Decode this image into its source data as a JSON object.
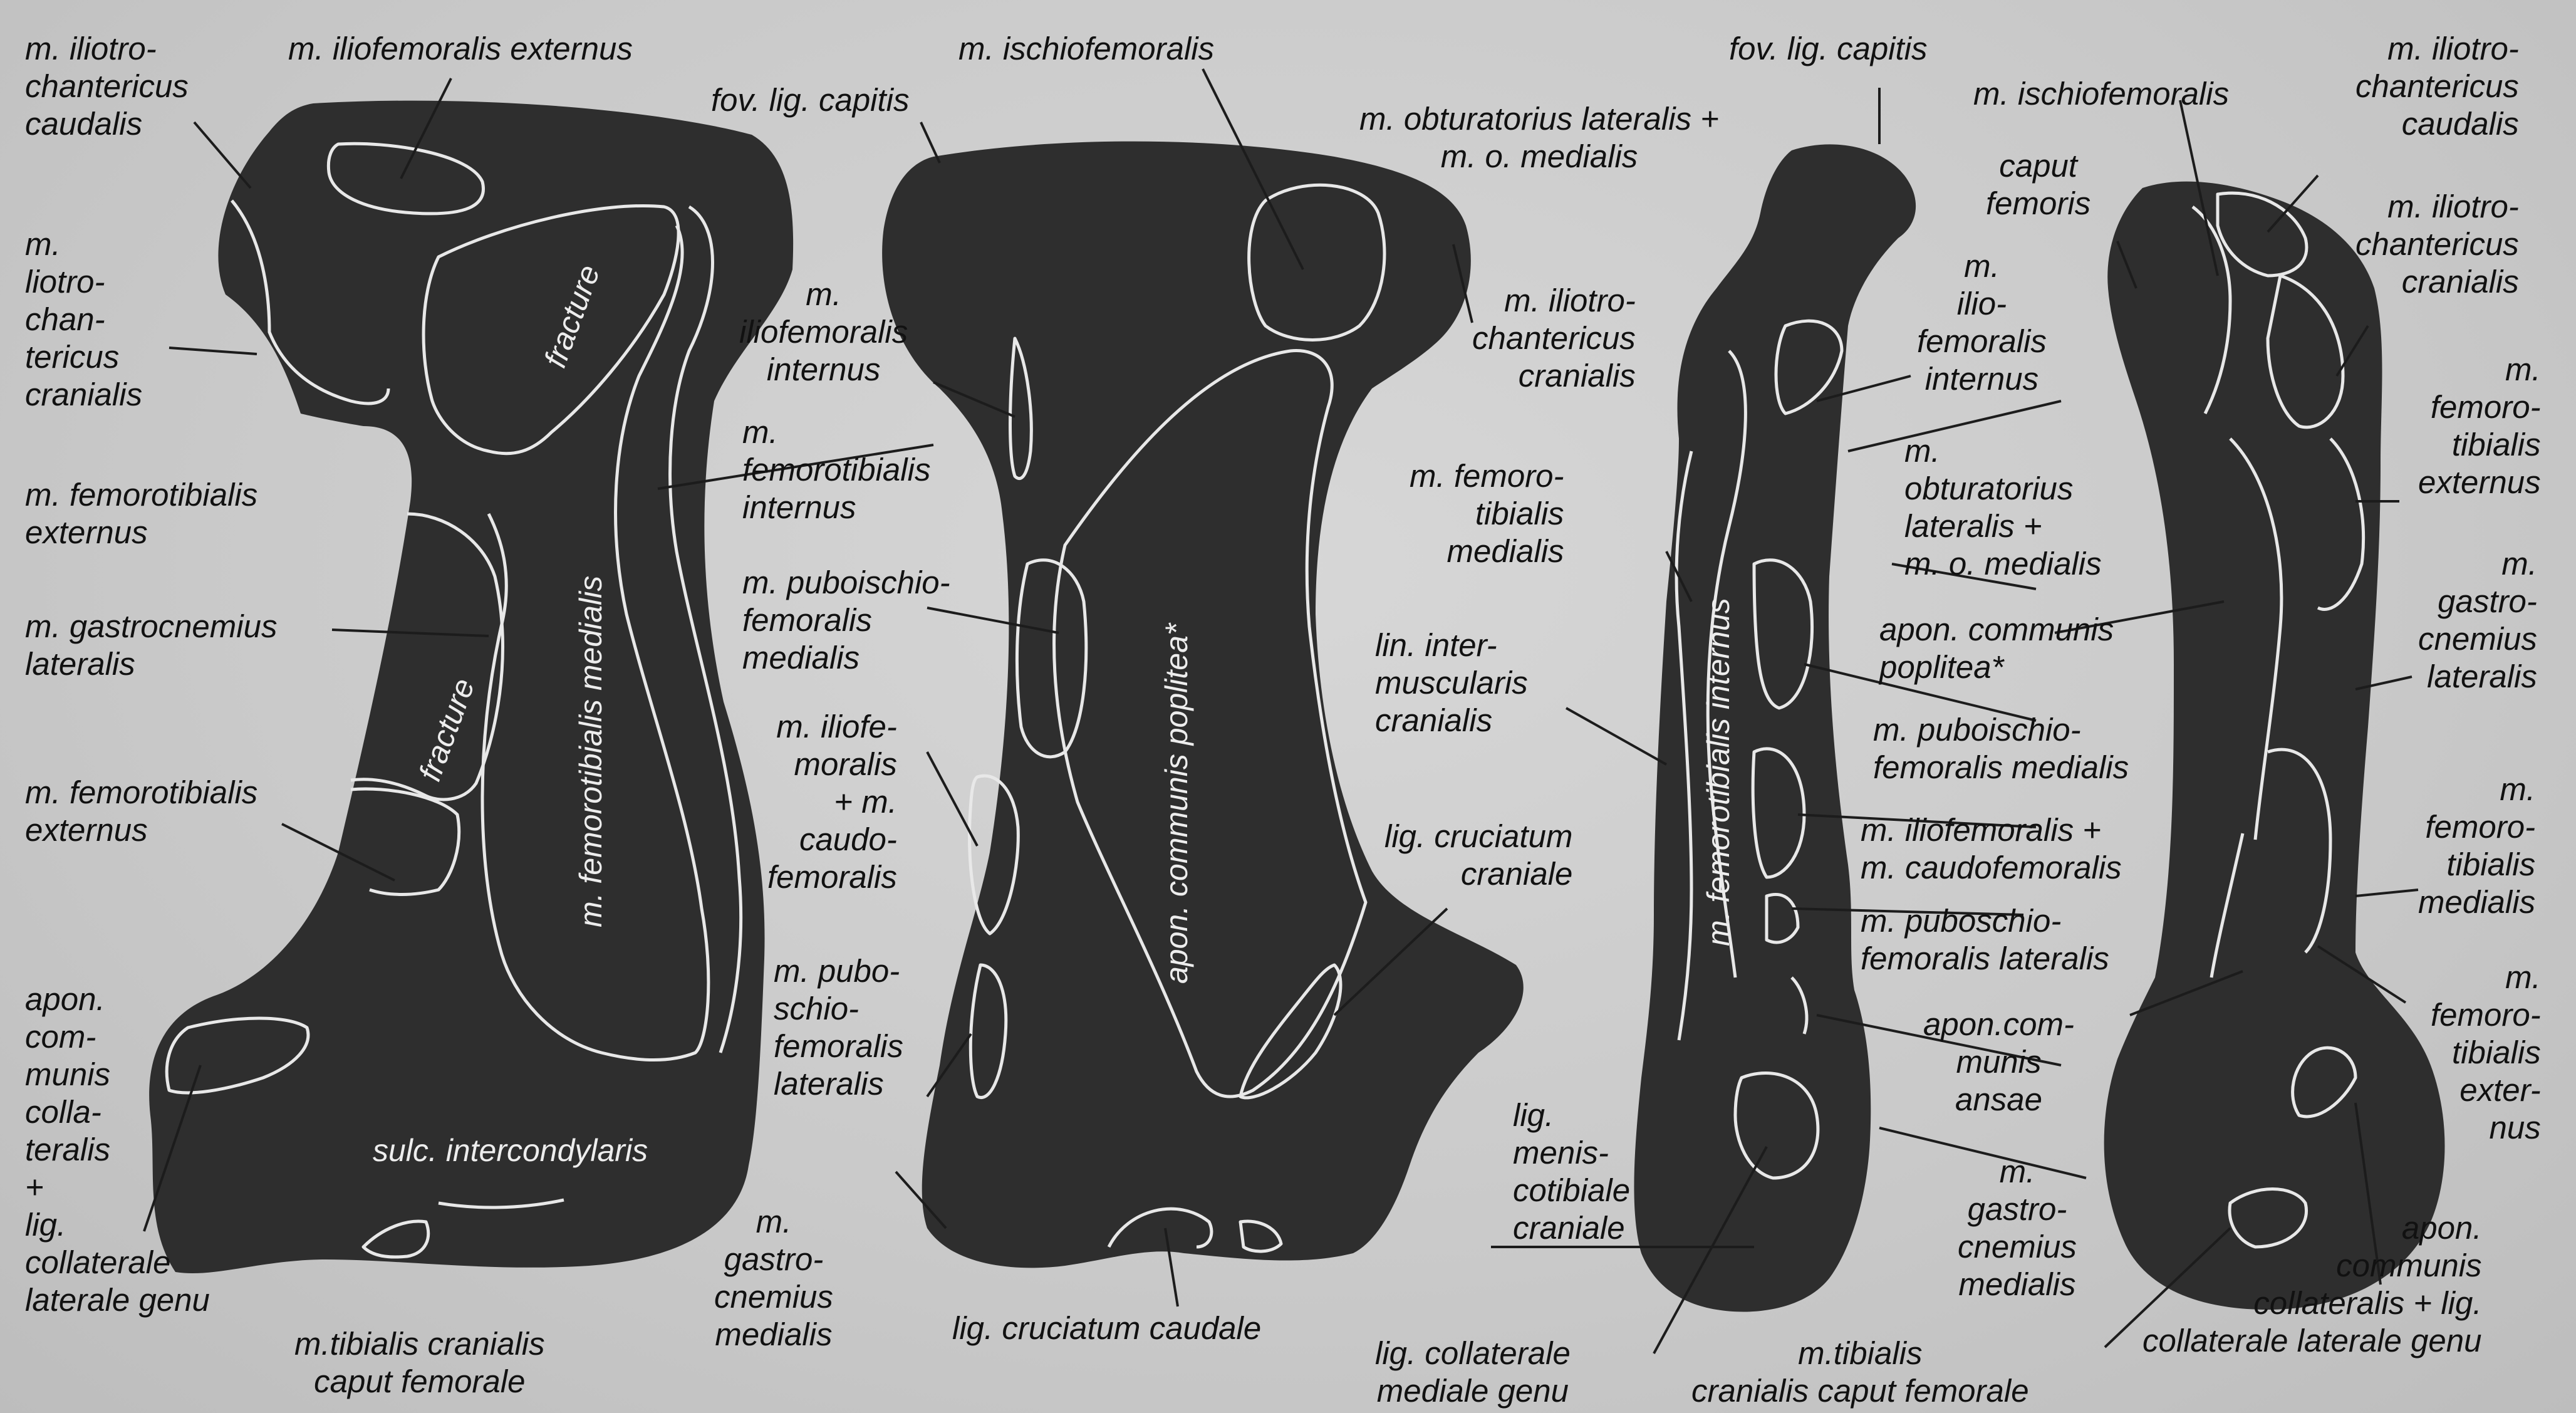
{
  "figure": {
    "view1": {
      "labels": {
        "iliotrochantericus_caudalis": "m. iliotro-\nchantericus\ncaudalis",
        "iliofemoralis_externus": "m. iliofemoralis externus",
        "iliotrochantericus_cranialis": "m.\nliotro-\nchan-\ntericus\ncranialis",
        "femorotibialis_externus_top": "m. femorotibialis\nexternus",
        "gastrocnemius_lateralis": "m. gastrocnemius\nlateralis",
        "femorotibialis_externus_bottom": "m. femorotibialis\nexternus",
        "apon_communis_collateralis": "apon.\ncom-\nmunis\ncolla-\nteralis\n+\nlig.\ncollaterale\nlaterale genu",
        "tibialis_cranialis": "m.tibialis cranialis\ncaput femorale"
      },
      "inside": {
        "fracture_top": "fracture",
        "fracture_bottom": "fracture",
        "femorotibialis_medialis": "m. femorotibialis medialis",
        "sulc_intercondylaris": "sulc. intercondylaris"
      }
    },
    "view2": {
      "labels": {
        "ischiofemoralis": "m. ischiofemoralis",
        "fov_lig_capitis": "fov. lig. capitis",
        "iliofemoralis_internus": "m.\niliofemoralis\ninternus",
        "femorotibialis_internus": "m.\nfemorotibialis\ninternus",
        "puboischiofemoralis_medialis": "m. puboischio-\nfemoralis\nmedialis",
        "iliofemoralis_caudofemoralis": "m. iliofe-\nmoralis\n+ m.\ncaudo-\nfemoralis",
        "puboischiofemoralis_lateralis": "m. pubo-\nschio-\nfemoralis\nlateralis",
        "gastrocnemius_medialis": "m.\ngastro-\ncnemius\nmedialis",
        "lig_cruciatum_caudale": "lig. cruciatum caudale",
        "obturatorius": "m. obturatorius lateralis +\nm. o. medialis",
        "lig_cruciatum_craniale": "lig. cruciatum\ncraniale"
      },
      "inside": {
        "apon_poplitea": "apon. communis poplitea*"
      }
    },
    "view3": {
      "labels": {
        "fov_lig_capitis": "fov. lig. capitis",
        "iliotrochantericus_cranialis": "m. iliotro-\nchantericus\ncranialis",
        "femorotibialis_medialis": "m. femoro-\ntibialis\nmedialis",
        "lin_intermuscularis": "lin. inter-\nmuscularis\ncranialis",
        "lig_meniscotibiale": "lig.\nmenis-\ncotibiale\ncraniale",
        "lig_collaterale_mediale": "lig. collaterale\nmediale genu",
        "tibialis_cranialis": "m.tibialis\ncranialis caput femorale"
      },
      "inside": {
        "femorotibialis_internus": "m. femorotibialis internus"
      }
    },
    "view4": {
      "labels": {
        "ischiofemoralis": "m. ischiofemoralis",
        "caput_femoris": "caput\nfemoris",
        "iliofemoralis_internus": "m.\nilio-\nfemoralis\ninternus",
        "obturatorius": "m.\nobturatorius\nlateralis +\nm. o. medialis",
        "apon_poplitea": "apon. communis\npoplitea*",
        "puboischiofemoralis_medialis": "m. puboischio-\nfemoralis medialis",
        "iliofemoralis_caudofemoralis": "m. iliofemoralis +\nm. caudofemoralis",
        "puboischiofemoralis_lateralis": "m. puboschio-\nfemoralis lateralis",
        "apon_ansae": "apon.com-\nmunis\nansae",
        "gastrocnemius_medialis": "m.\ngastro-\ncnemius\nmedialis",
        "iliotrochantericus_caudalis": "m. iliotro-\nchantericus\ncaudalis",
        "iliotrochantericus_cranialis": "m. iliotro-\nchantericus\ncranialis",
        "femorotibialis_externus_upper": "m.\nfemoro-\ntibialis\nexternus",
        "gastrocnemius_lateralis": "m.\ngastro-\ncnemius\nlateralis",
        "femorotibialis_medialis": "m.\nfemoro-\ntibialis\nmedialis",
        "femorotibialis_externus_lower": "m.\nfemoro-\ntibialis\nexter-\nnus",
        "apon_communis_collateralis": "apon.\ncommunis\ncollateralis + lig.\ncollaterale laterale genu"
      }
    }
  }
}
